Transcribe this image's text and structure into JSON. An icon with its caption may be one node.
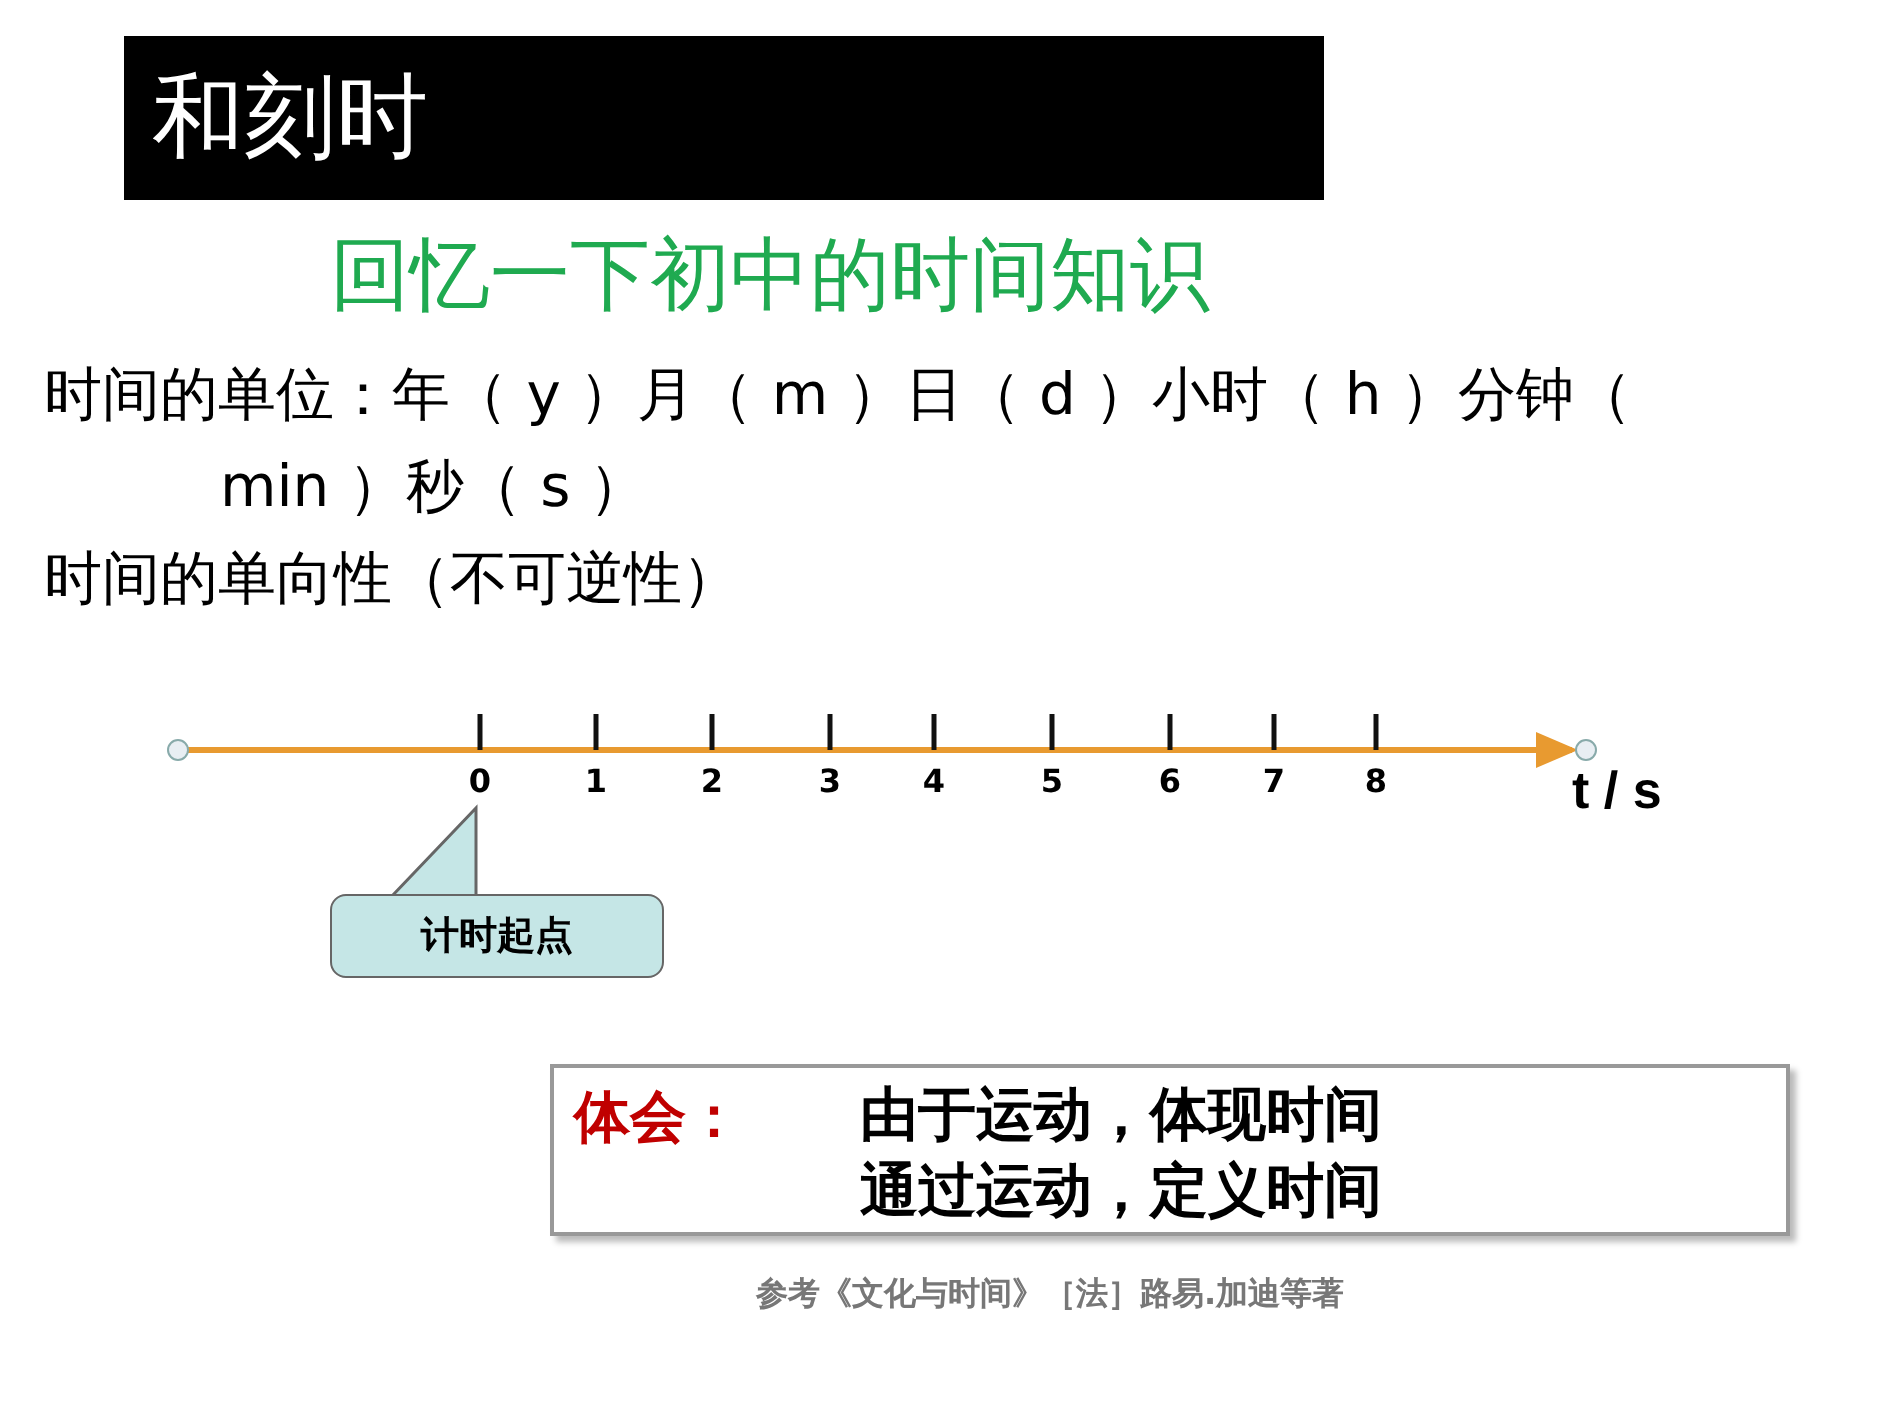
{
  "diagram": {
    "title": "和刻时",
    "nodes": [
      {
        "text": [
          "计时起点"
        ]
      },
      {
        "text": [
          "体会：",
          "由于运动，体现时间",
          "通过运动，定义时间"
        ]
      }
    ],
    "edges": [],
    "labels": [
      "回忆一下初中的时间知识",
      "时间的单位：年（ y ）月（ m ）日（ d ）小时（ h ）分钟（ min ）秒（ s ）",
      "时间的单向性（不可逆性）",
      "0",
      "1",
      "2",
      "3",
      "4",
      "5",
      "6",
      "7",
      "8",
      "t / s",
      "参考《文化与时间》［法］路易.加迪等著"
    ]
  }
}
